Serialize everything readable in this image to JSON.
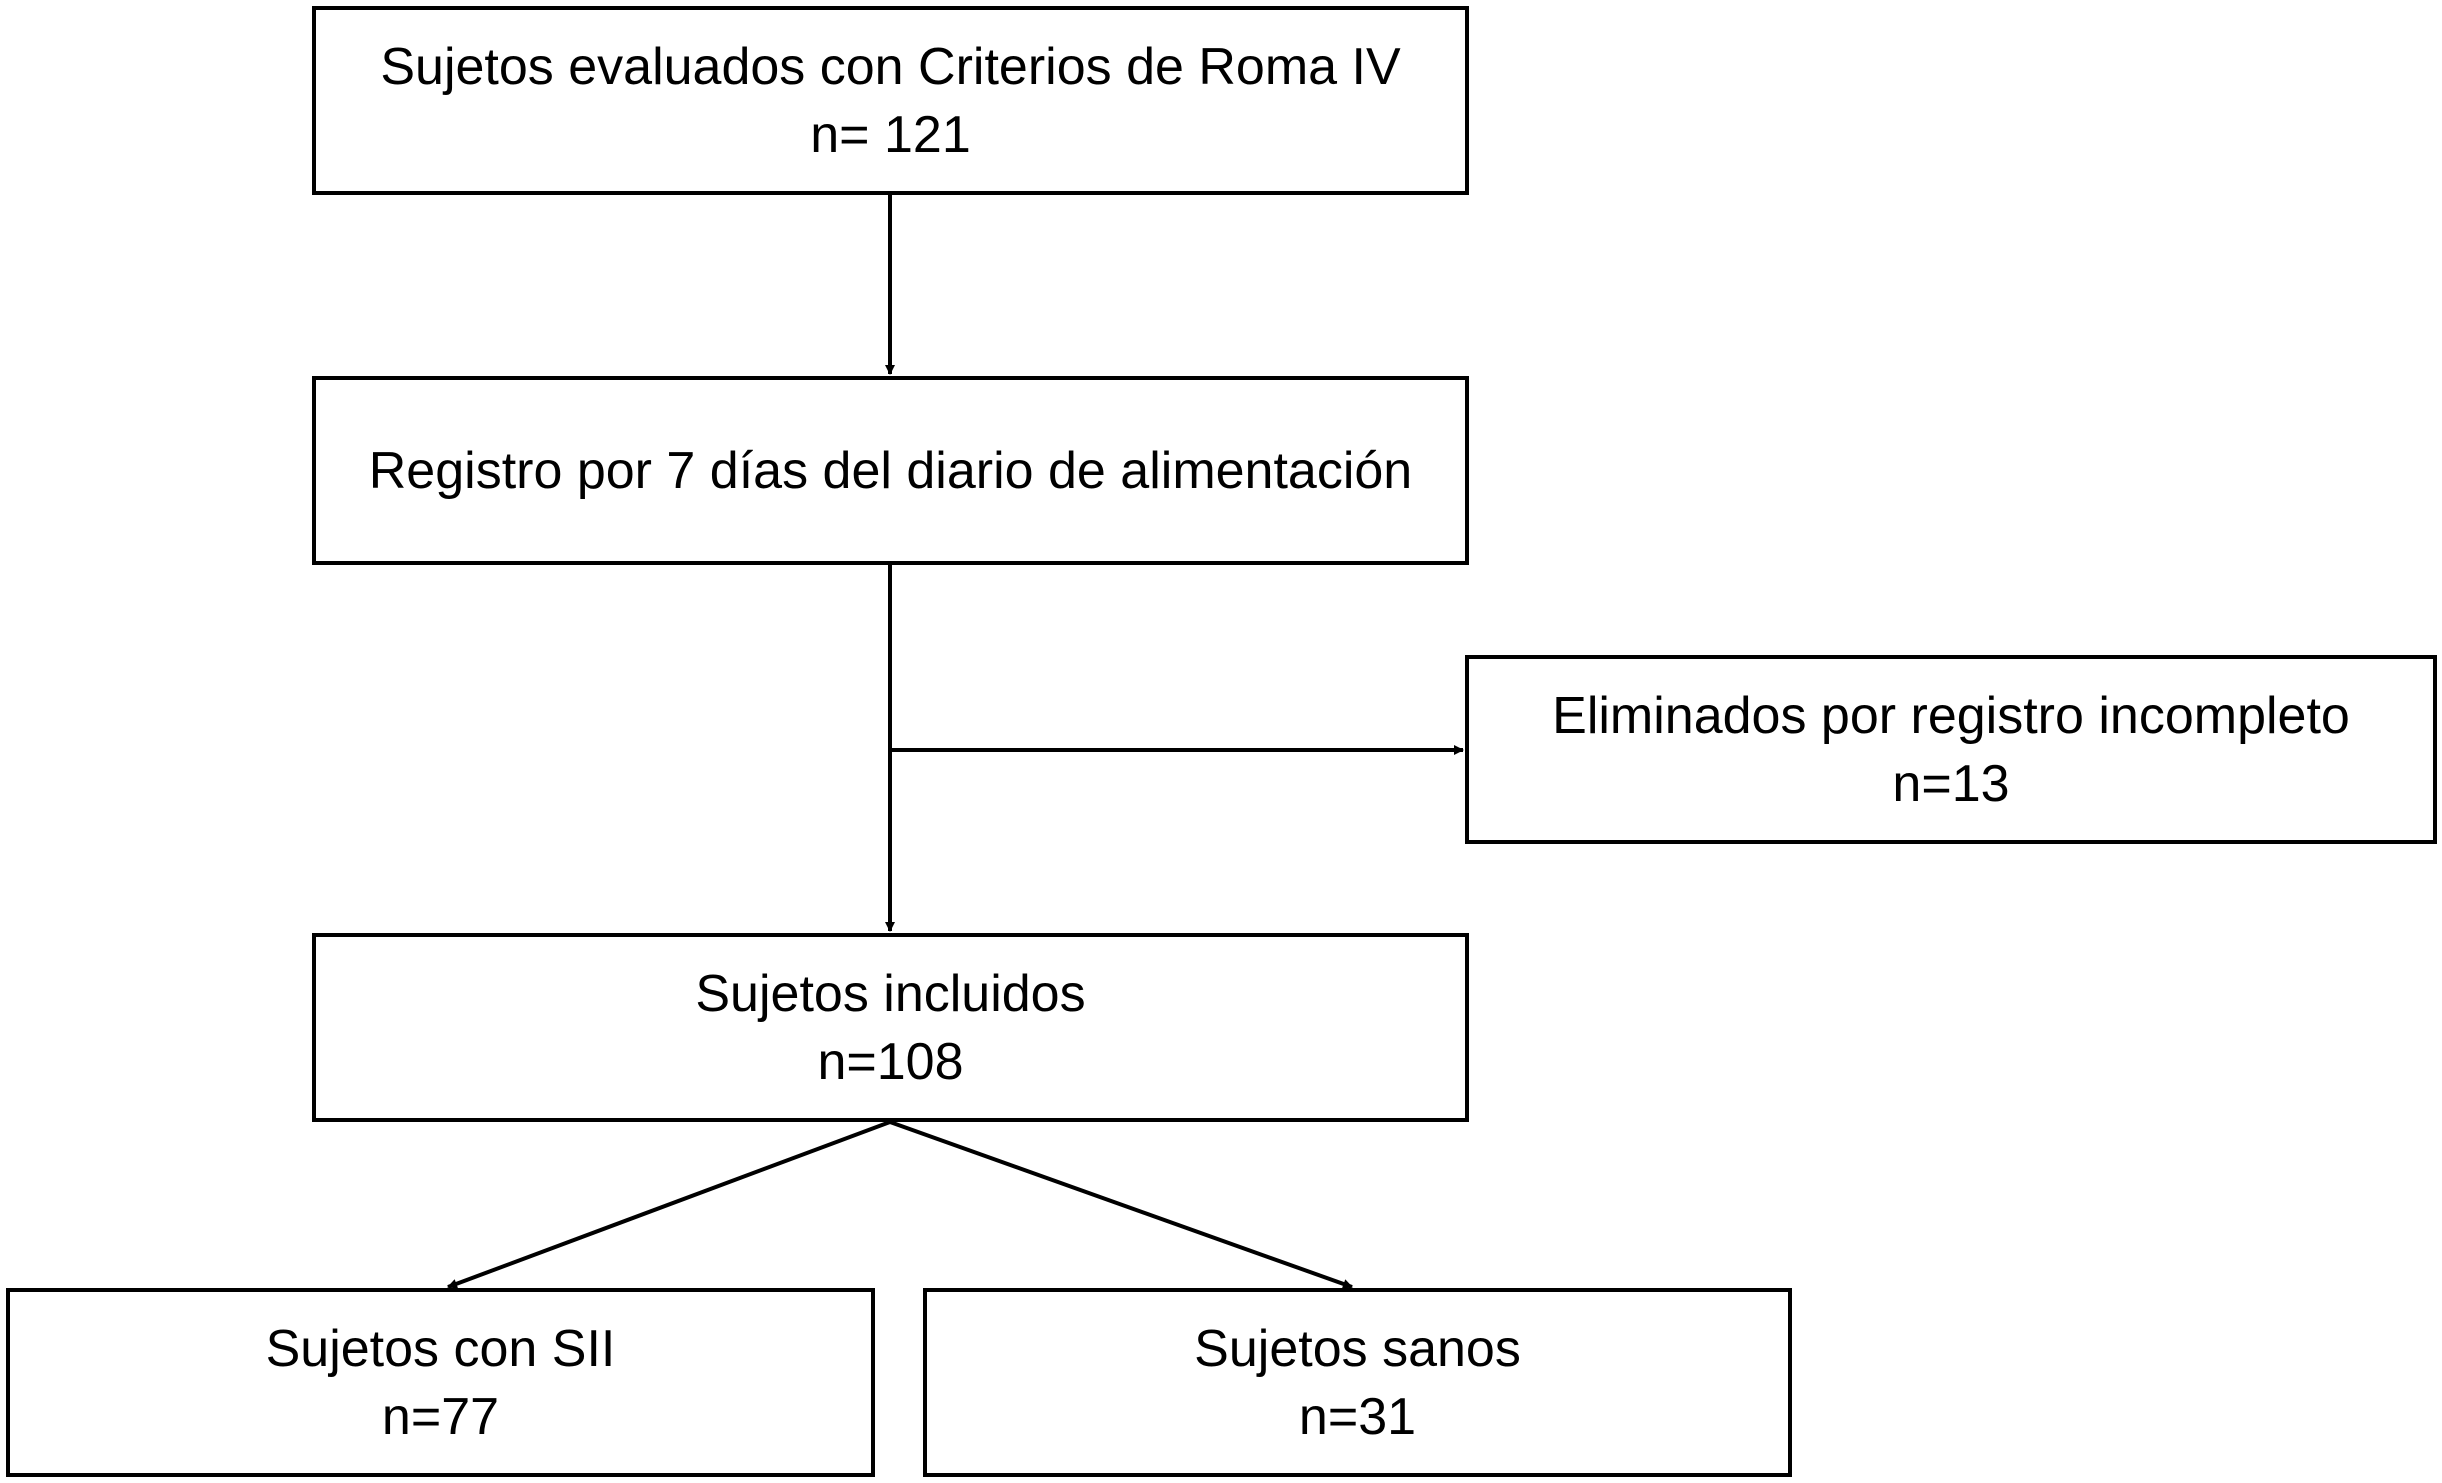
{
  "flowchart": {
    "nodes": {
      "evaluated": {
        "label": "Sujetos evaluados con Criterios de Roma IV",
        "count": "n= 121"
      },
      "registry": {
        "label": "Registro por 7 días del diario de alimentación"
      },
      "excluded": {
        "label": "Eliminados por registro incompleto",
        "count": "n=13"
      },
      "included": {
        "label": "Sujetos incluidos",
        "count": "n=108"
      },
      "sii": {
        "label": "Sujetos con SII",
        "count": "n=77"
      },
      "healthy": {
        "label": "Sujetos sanos",
        "count": "n=31"
      }
    },
    "edges": [
      {
        "from": "evaluated",
        "to": "registry"
      },
      {
        "from": "registry",
        "to": "included"
      },
      {
        "from": "registry",
        "to": "excluded"
      },
      {
        "from": "included",
        "to": "sii"
      },
      {
        "from": "included",
        "to": "healthy"
      }
    ],
    "colors": {
      "stroke": "#000000",
      "text": "#000000",
      "background": "#ffffff"
    }
  }
}
